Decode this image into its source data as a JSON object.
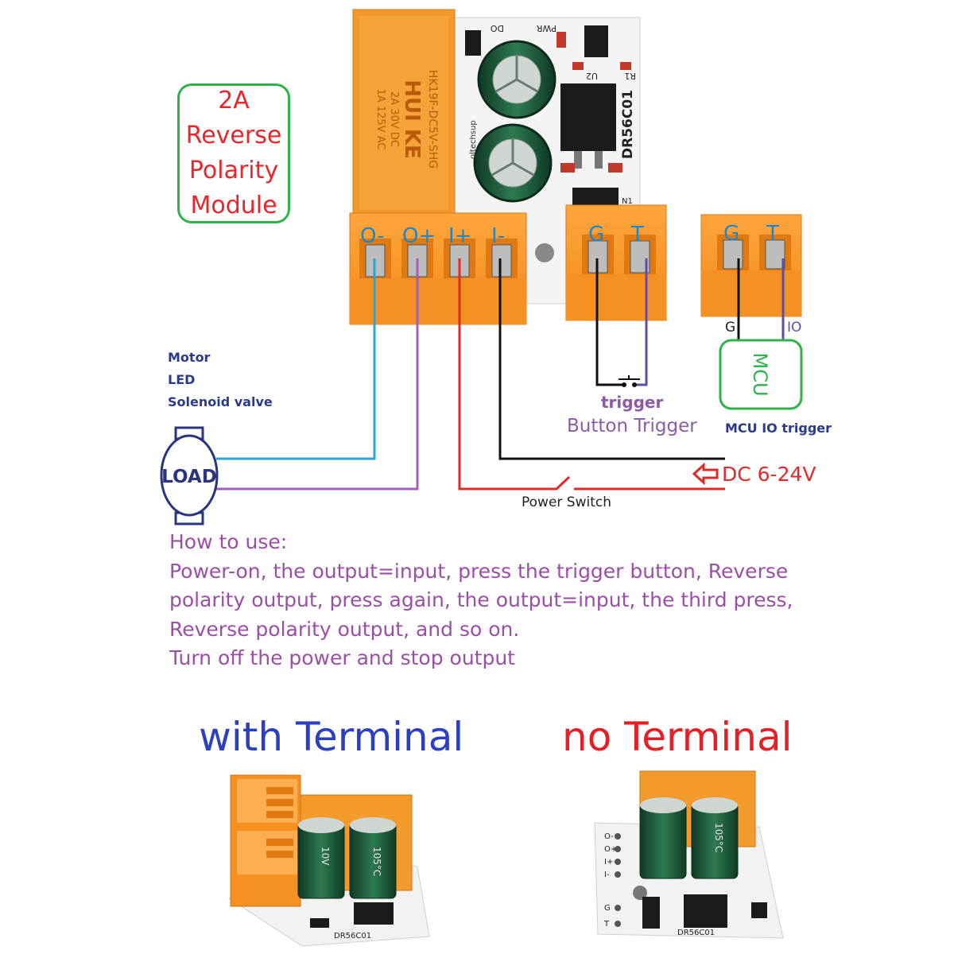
{
  "title_box": {
    "lines": [
      "2A",
      "Reverse",
      "Polarity",
      "Module"
    ]
  },
  "board": {
    "relay_text": [
      "HUI KE",
      "HK19F-DC5V-SHG",
      "1A 125V AC",
      "2A 30V DC"
    ],
    "pcb_labels": [
      "PWR",
      "DO",
      "U2",
      "R1",
      "DR56C01",
      "N1",
      "oltechsup"
    ],
    "main_terminals": [
      "O-",
      "O+",
      "I+",
      "I-"
    ],
    "trigger_terminals": [
      "G",
      "T"
    ],
    "mcu_terminals": [
      "G",
      "T"
    ]
  },
  "load": {
    "label": "LOAD",
    "types": [
      "Motor",
      "LED",
      "Solenoid valve"
    ]
  },
  "trigger": {
    "switch_label": "trigger",
    "caption": "Button Trigger"
  },
  "mcu": {
    "box_label": "MCU",
    "pin_g": "G",
    "pin_io": "IO",
    "caption": "MCU IO trigger"
  },
  "power": {
    "supply_label": "DC 6-24V",
    "switch_label": "Power Switch"
  },
  "howto": {
    "lines": [
      "How to use:",
      "Power-on, the output=input, press the trigger button, Reverse",
      "polarity output, press again,  the output=input, the third press,",
      "Reverse polarity output, and so on.",
      "Turn off the power and stop output"
    ]
  },
  "variants": {
    "with_terminal": "with Terminal",
    "no_terminal": "no Terminal",
    "photo1_labels": [
      "DR56C01",
      "105°C",
      "10V"
    ],
    "photo2_labels": [
      "O-",
      "O+",
      "I+",
      "I-",
      "G",
      "T",
      "DR56C01",
      "105°C"
    ]
  },
  "colors": {
    "orange": "#f5901e",
    "relay_orange": "#f39a2c",
    "green_border": "#2db34a",
    "red_text": "#e8262b",
    "wire_blue": "#2aa3d6",
    "wire_purple": "#a060b8",
    "wire_red": "#e02a2a",
    "wire_black": "#111111",
    "capacitor": "#1f5b3a"
  }
}
